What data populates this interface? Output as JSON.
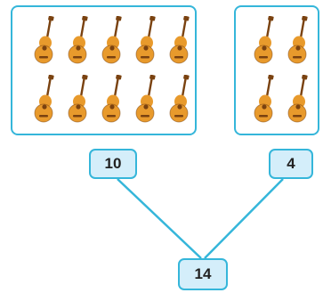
{
  "groups": [
    {
      "name": "left",
      "guitar_count": 10,
      "value": "10"
    },
    {
      "name": "right",
      "guitar_count": 4,
      "value": "4"
    }
  ],
  "total": "14",
  "colors": {
    "border": "#35b6da",
    "number_fill": "#d4eefa",
    "guitar_body": "#e89a2c",
    "guitar_dark": "#7a4210"
  },
  "icon": "guitar-icon"
}
